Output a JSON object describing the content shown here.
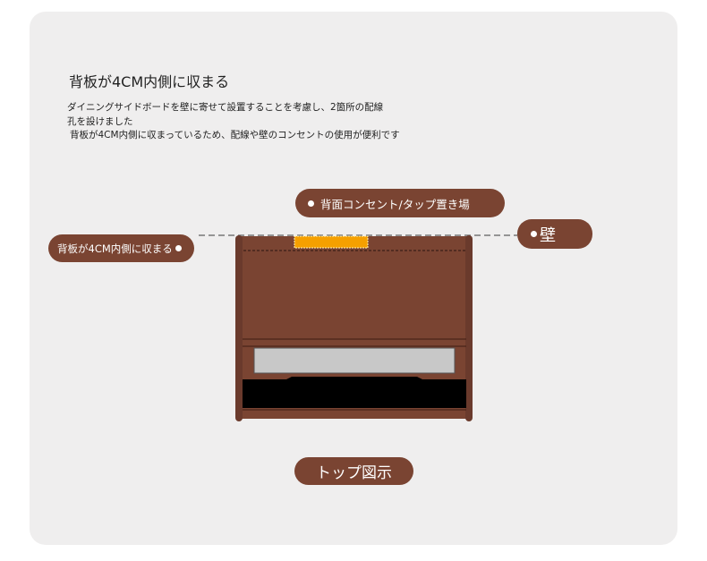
{
  "title": "背板が4CM内側に収まる",
  "description": [
    "ダイニングサイドボードを壁に寄せて設置することを考慮し、2箇所の配線",
    "孔を設けました",
    "背板が4CM内側に収まっているため、配線や壁のコンセントの使用が便利です"
  ],
  "labels": {
    "outlet": "背面コンセント/タップ置き場",
    "wall": "壁",
    "back_panel": "背板が4CM内側に収まる",
    "top_view": "トップ図示"
  },
  "colors": {
    "background": "#efeeee",
    "wood": "#7a4432",
    "wood_dark": "#5a2e22",
    "outlet_highlight": "#f5a000",
    "drawer_gray": "#c8c8c8",
    "shadow_black": "#000000"
  }
}
